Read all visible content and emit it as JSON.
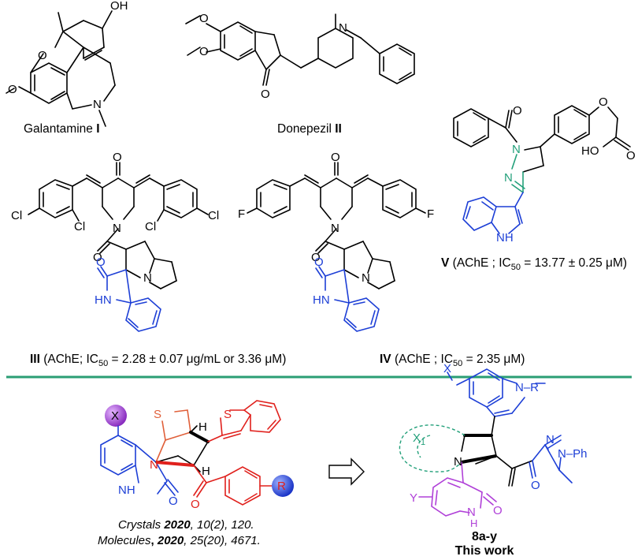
{
  "compounds": {
    "galantamine": {
      "name": "Galantamine",
      "numeral": "I"
    },
    "donepezil": {
      "name": "Donepezil",
      "numeral": "II"
    },
    "cmpd3": {
      "numeral": "III",
      "activity_pre": "(AChE; IC",
      "sub": "50",
      "activity_post": " = 2.28 ± 0.07 μg/mL or 3.36 μM)"
    },
    "cmpd4": {
      "numeral": "IV",
      "activity_pre": "(AChE ; IC",
      "sub": "50",
      "activity_post": " = 2.35 μM)"
    },
    "cmpd5": {
      "numeral": "V",
      "activity_pre": "(AChE ; IC",
      "sub": "50",
      "activity_post": " = 13.77 ± 0.25 μM)"
    }
  },
  "references": {
    "ref1": {
      "journal": "Crystals",
      "year": "2020",
      "rest": ", 10(2), 120."
    },
    "ref2": {
      "journal": "Molecules",
      "year": "2020",
      "rest": ", 25(20), 4671."
    }
  },
  "this_work": {
    "series": "8a-y",
    "caption": "This work"
  },
  "atom_labels": {
    "OH": "OH",
    "O": "O",
    "N": "N",
    "Cl": "Cl",
    "F": "F",
    "NH": "NH",
    "HN": "HN",
    "HO": "HO",
    "S": "S",
    "H": "H",
    "X": "X",
    "R": "R",
    "X1": "X",
    "X1_sub": "1",
    "Y": "Y",
    "Ph": "Ph",
    "N_R": "N–R",
    "N_Ph": "N–Ph"
  },
  "colors": {
    "black": "#000000",
    "blue": "#1d3fd6",
    "green": "#23a07a",
    "red": "#e0201c",
    "orange": "#e0603a",
    "purple": "#b040d8",
    "divider": "#2a9e74",
    "sphere_purple": "#b85fe0",
    "sphere_blue": "#3a5ce8"
  },
  "icons": [
    "right-arrow-icon"
  ]
}
